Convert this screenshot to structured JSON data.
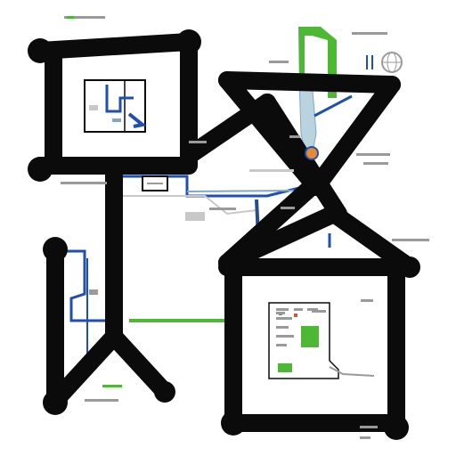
{
  "palette": {
    "background": "#ffffff",
    "stroke": "#0b0b0b",
    "blue": "#1f4fb0",
    "light_blue": "#7fa7c9",
    "pale_blue": "#b9d3df",
    "green": "#4db833",
    "gray": "#9a9a9a",
    "light_gray": "#c8c8c8",
    "red": "#d9533a",
    "orange": "#e48a33"
  },
  "labels": [],
  "icons": [
    "joint-dot",
    "tiny-diagram-box",
    "map-pin",
    "globe-icon",
    "badge"
  ],
  "diagram": {
    "description_free": true
  }
}
